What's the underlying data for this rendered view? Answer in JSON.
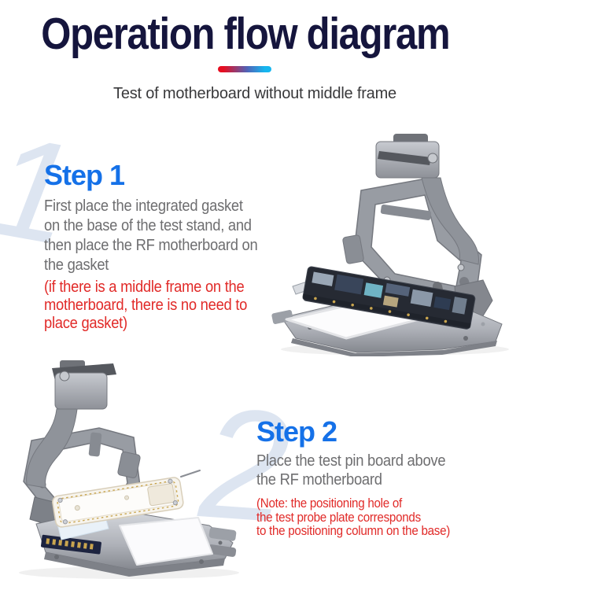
{
  "colors": {
    "title-navy": "#15153d",
    "accent-blue": "#1571e8",
    "body-gray": "#6e6e70",
    "note-red": "#e12a28",
    "watermark-blue": "#dde5f1",
    "divider-red": "#e60d20",
    "divider-cyan": "#16b6ef",
    "subtitle-dark": "#39393b"
  },
  "header": {
    "title": "Operation flow diagram",
    "subtitle": "Test of motherboard without middle frame"
  },
  "steps": [
    {
      "heading": "Step 1",
      "watermark": "1",
      "body": "First place the integrated gasket\non the base of the test stand, and\nthen place the RF motherboard on\nthe gasket",
      "note": "(if there is a middle frame on the\nmotherboard, there is no need to\nplace gasket)",
      "image": "test-stand-upright-with-rf-motherboard-on-gasket"
    },
    {
      "heading": "Step 2",
      "watermark": "2",
      "body": "Place the test pin board above\nthe RF motherboard",
      "note": "(Note: the positioning hole of\nthe test probe plate corresponds\nto the positioning column on the base)",
      "image": "test-stand-open-with-test-pin-board-on-base"
    }
  ]
}
